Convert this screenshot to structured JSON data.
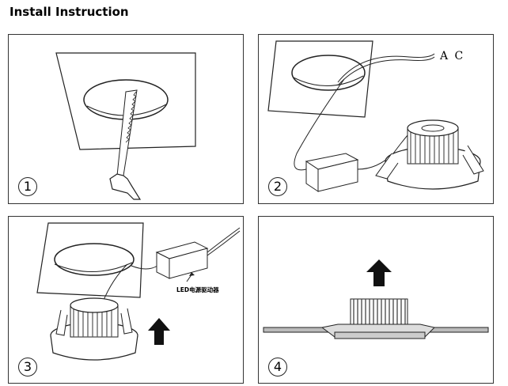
{
  "title": "Install Instruction",
  "steps": [
    {
      "number": "1"
    },
    {
      "number": "2",
      "label": "A C"
    },
    {
      "number": "3",
      "label": "LED电源驱动器"
    },
    {
      "number": "4"
    }
  ]
}
